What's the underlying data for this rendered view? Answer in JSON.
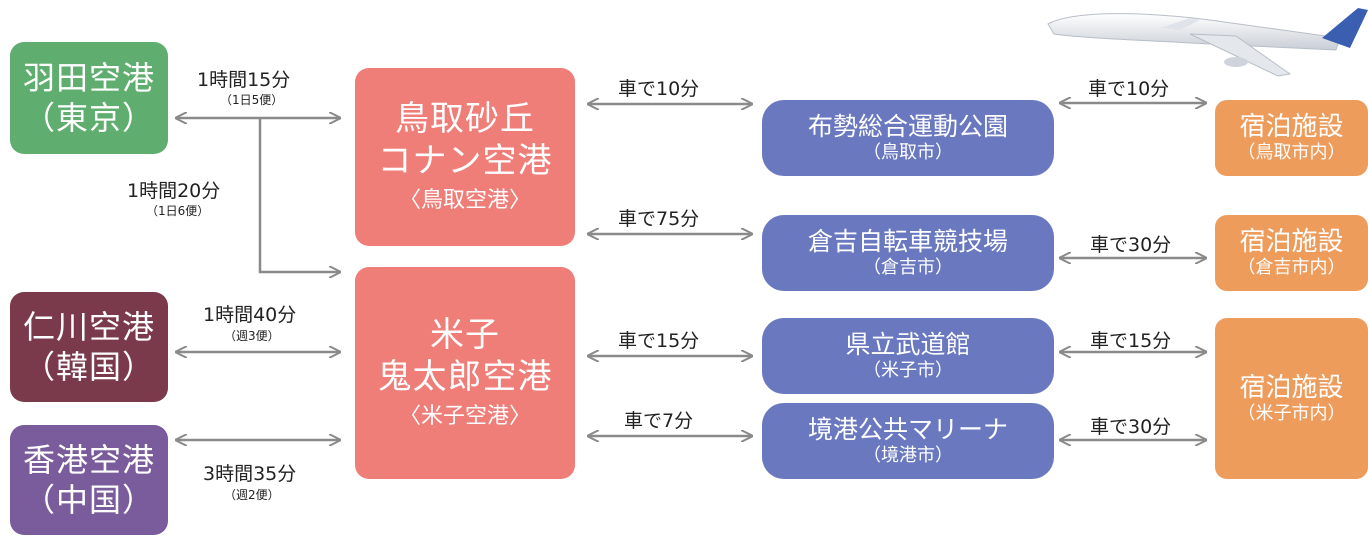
{
  "origins": [
    {
      "line1": "羽田空港",
      "line2": "（東京）"
    },
    {
      "line1": "仁川空港",
      "line2": "（韓国）"
    },
    {
      "line1": "香港空港",
      "line2": "（中国）"
    }
  ],
  "airports": [
    {
      "line1": "鳥取砂丘",
      "line2": "コナン空港",
      "line3": "〈鳥取空港〉"
    },
    {
      "line1": "米子",
      "line2": "鬼太郎空港",
      "line3": "〈米子空港〉"
    }
  ],
  "flights": [
    {
      "time": "1時間15分",
      "freq": "（1日5便）"
    },
    {
      "time": "1時間20分",
      "freq": "（1日6便）"
    },
    {
      "time": "1時間40分",
      "freq": "（週3便）"
    },
    {
      "time": "3時間35分",
      "freq": "（週2便）"
    }
  ],
  "drives_to_venue": [
    "車で10分",
    "車で75分",
    "車で15分",
    "車で7分"
  ],
  "venues": [
    {
      "name": "布勢総合運動公園",
      "city": "（鳥取市）"
    },
    {
      "name": "倉吉自転車競技場",
      "city": "（倉吉市）"
    },
    {
      "name": "県立武道館",
      "city": "（米子市）"
    },
    {
      "name": "境港公共マリーナ",
      "city": "（境港市）"
    }
  ],
  "drives_to_hotel": [
    "車で10分",
    "車で30分",
    "車で15分",
    "車で30分"
  ],
  "hotels": [
    {
      "name": "宿泊施設",
      "area": "（鳥取市内）"
    },
    {
      "name": "宿泊施設",
      "area": "（倉吉市内）"
    },
    {
      "name": "宿泊施設",
      "area": "（米子市内）"
    }
  ],
  "colors": {
    "origin_haneda": "#5fae6f",
    "origin_incheon": "#7a3a4c",
    "origin_hongkong": "#7a5c9c",
    "airport": "#ef7d78",
    "venue": "#6a78c0",
    "hotel": "#ee9c5c",
    "arrow": "#8a8a8a"
  },
  "icons": {
    "decoration": "airplane-icon"
  }
}
